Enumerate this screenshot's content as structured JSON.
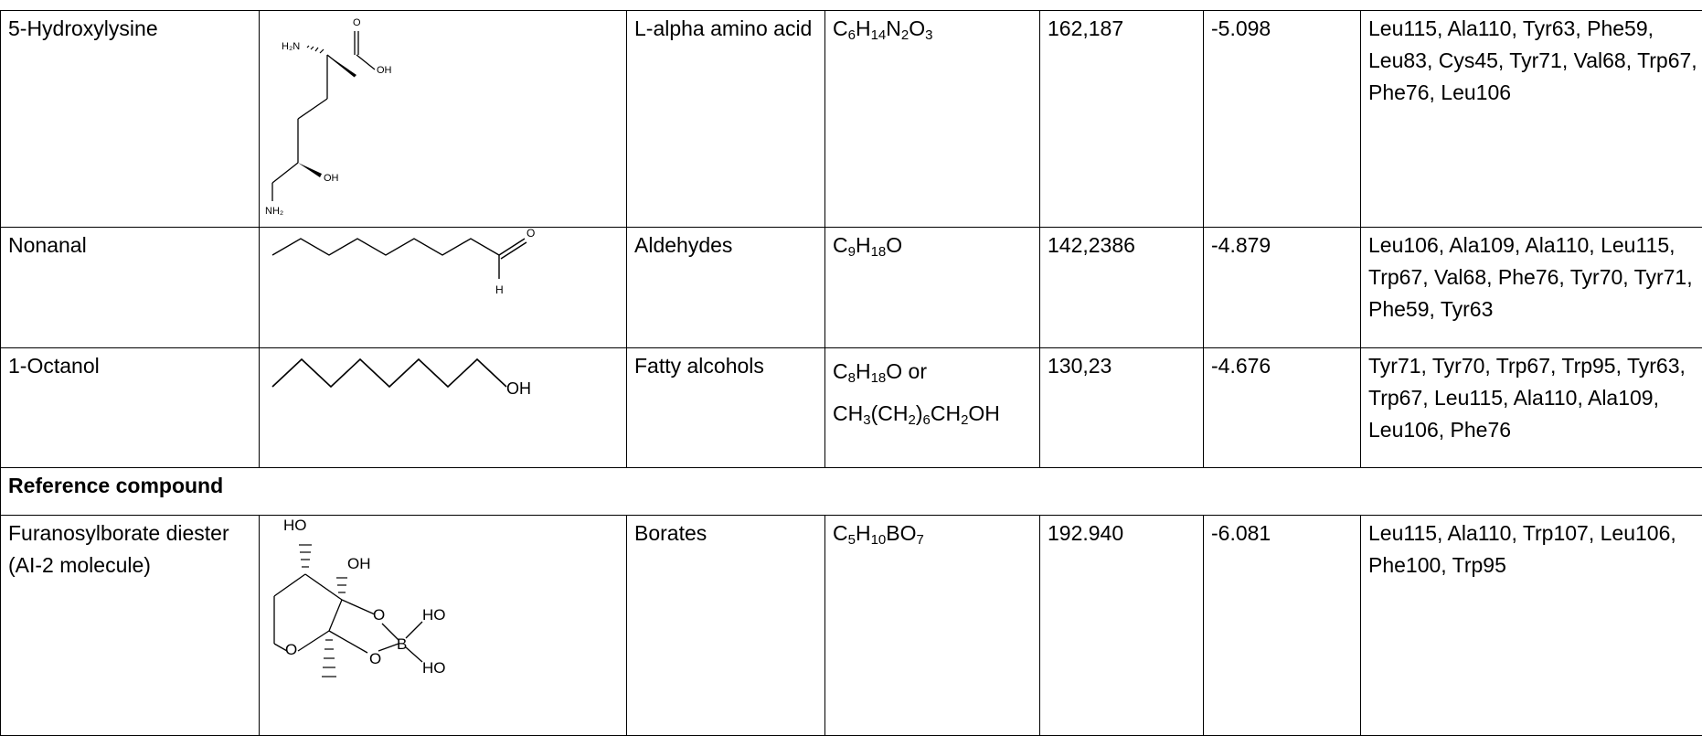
{
  "rows": [
    {
      "name": "5-Hydroxylysine",
      "structure_labels": [
        "H₂N",
        "O",
        "OH",
        "OH",
        "NH₂"
      ],
      "class": "L-alpha amino acid",
      "formula": {
        "C": "C",
        "C_n": "6",
        "H": "H",
        "H_n": "14",
        "N": "N",
        "N_n": "2",
        "O": "O",
        "O_n": "3"
      },
      "weight": "162,187",
      "score": "-5.098",
      "residues": "Leu115, Ala110, Tyr63, Phe59, Leu83, Cys45, Tyr71, Val68, Trp67, Phe76, Leu106"
    },
    {
      "name": "Nonanal",
      "structure_labels": [
        "O",
        "H"
      ],
      "class": "Aldehydes",
      "formula": {
        "C": "C",
        "C_n": "9",
        "H": "H",
        "H_n": "18",
        "O": "O"
      },
      "weight": "142,2386",
      "score": "-4.879",
      "residues": "Leu106, Ala109, Ala110, Leu115, Trp67, Val68, Phe76, Tyr70, Tyr71, Phe59, Tyr63"
    },
    {
      "name": "1-Octanol",
      "structure_labels": [
        "OH"
      ],
      "class": "Fatty alcohols",
      "formula": {
        "C": "C",
        "C_n": "8",
        "H": "H",
        "H_n": "18",
        "O": "O",
        "or": " or",
        "ch3": "CH",
        "ch3_n": "3",
        "ch2": "(CH",
        "ch2_n": "2",
        "paren6": ")",
        "six": "6",
        "ch2oh": "CH",
        "ch2oh_n": "2",
        "oh": "OH"
      },
      "weight": "130,23",
      "score": "-4.676",
      "residues": "Tyr71, Tyr70, Trp67, Trp95, Tyr63, Trp67, Leu115, Ala110, Ala109, Leu106, Phe76"
    }
  ],
  "section_heading": "Reference compound",
  "reference": {
    "name": "Furanosylborate diester (AI-2 molecule)",
    "structure_labels": [
      "HO",
      "OH",
      "O",
      "HO",
      "B",
      "O",
      "HO",
      "O"
    ],
    "class": "Borates",
    "formula": {
      "C": "C",
      "C_n": "5",
      "H": "H",
      "H_n": "10",
      "B": "BO",
      "B_n": "7"
    },
    "weight": "192.940",
    "score": "-6.081",
    "residues": "Leu115, Ala110, Trp107, Leu106, Phe100, Trp95"
  }
}
